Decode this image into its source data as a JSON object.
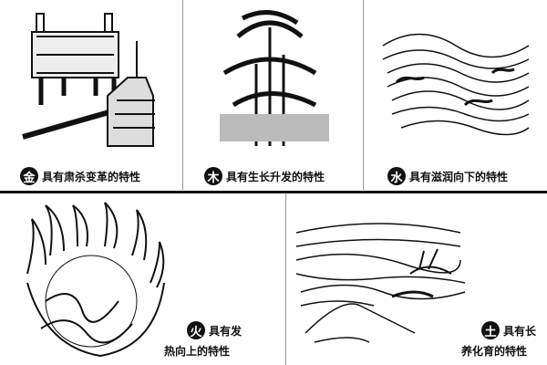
{
  "panels": {
    "metal": {
      "symbol": "金",
      "caption": "具有肃杀变革的特性"
    },
    "wood": {
      "symbol": "木",
      "caption": "具有生长升发的特性"
    },
    "water": {
      "symbol": "水",
      "caption": "具有滋润向下的特性"
    },
    "fire": {
      "symbol": "火",
      "caption_line1": "具有发",
      "caption_line2": "热向上的特性"
    },
    "earth": {
      "symbol": "土",
      "caption_line1": "具有长",
      "caption_line2": "养化育的特性"
    }
  }
}
